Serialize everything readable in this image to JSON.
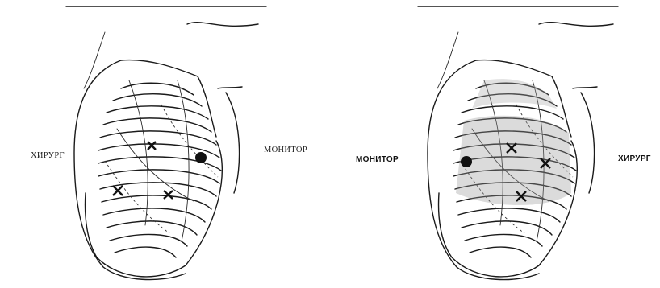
{
  "left_panel": {
    "left_label": "ХИРУРГ",
    "right_label": "МОНИТОР"
  },
  "right_panel": {
    "left_label": "МОНИТОР",
    "right_label": "ХИРУРГ"
  },
  "marker_icons": [
    "port-x-icon",
    "camera-dot-icon"
  ]
}
